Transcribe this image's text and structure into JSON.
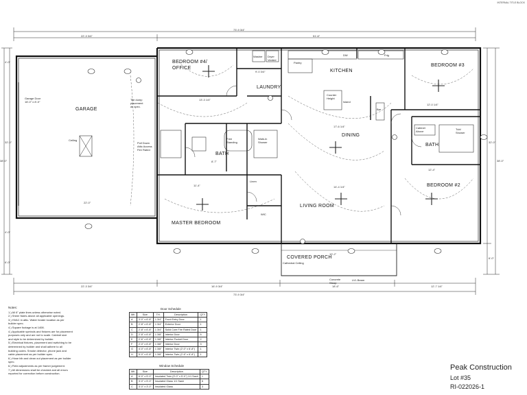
{
  "header_tag": "INTERNAL TITLE BLOCK",
  "rooms": {
    "bedroom4": "BEDROOM #4/",
    "office": "OFFICE",
    "garage": "GARAGE",
    "laundry": "LAUNDRY",
    "kitchen": "KITCHEN",
    "bedroom3": "BEDROOM #3",
    "dining": "DINING",
    "bath_center": "BATH",
    "bath_right": "BATH",
    "bedroom2": "BEDROOM #2",
    "living": "LIVING ROOM",
    "master": "MASTER BEDROOM",
    "porch": "COVERED PORCH"
  },
  "small_labels": {
    "garage_door": "Garage Door",
    "garage_door_size": "16'-0\" x 8'-0\"",
    "ceiling": "Ceiling",
    "tile_pump": "Tile dump",
    "tile_pump2": "placement",
    "tile_pump3": "as spec.",
    "pull_down": "Pull Down",
    "attic_access": "Attic Access",
    "fire_rated": "Fire Rated",
    "counter_height": "Counter",
    "counter_height2": "Height",
    "bar": "Bar",
    "island": "Island",
    "pantry": "Pantry",
    "dryer": "Dryer",
    "vented": "Vented",
    "washer": "Washer",
    "dw": "DW",
    "fridge": "Frig",
    "free_standing": "Free",
    "free_standing2": "Standing",
    "walk_in_shower": "Walk-In",
    "walk_in_shower2": "Shower",
    "linen": "Linen",
    "cabinet_above": "Cabinet",
    "cabinet_above2": "Above",
    "tub_shower": "Tub/",
    "tub_shower2": "Shower",
    "cathedral_ceiling": "Cathedral Ceiling",
    "concrete": "Concrete",
    "stoop": "Stoop",
    "line_beam": "LVL Beam",
    "wic": "WIC"
  },
  "dimensions": {
    "overall_top": "73'-9 3/4\"",
    "top_left": "22'-3 3/4\"",
    "top_right": "51'-6\"",
    "bottom_overall": "73'-9 3/4\"",
    "bottom_left": "22'-3 3/4\"",
    "bottom_mid": "16'-9 3/4\"",
    "bottom_mid2": "18'-6\"",
    "bottom_right": "12'-7 1/4\"",
    "left_total": "38'-0\"",
    "right_total": "32'-0\"",
    "right_total2": "38'-0\"",
    "garage_width": "22'-0\"",
    "left_top": "4'-0\"",
    "left_mid": "32'-0\"",
    "left_bot": "4'-0\"",
    "right_bot": "6'-0\"",
    "left_porch": "6'-0\"",
    "r1": "13'-3 1/4\"",
    "r2": "9'-0 3/4\"",
    "r3": "17'-6 1/4\"",
    "r4": "12'-0 1/4\"",
    "r5": "11'-4\"",
    "r6": "14'-4 1/4\"",
    "r7": "8'-7\"",
    "r8": "12'-4\"",
    "r9": "10'-2\""
  },
  "notes": {
    "title": "Notes:",
    "lines": [
      "1.)  All 6\" plate lines unless otherwise noted.",
      "2.)  Sheer flares above all applicable openings.",
      "3.)  HVAC in attic. Water heater location as per",
      "       builder spec.",
      "4.)  Square footage is at 1408.",
      "4.)  Applicable symbols and fixtures are for placement",
      "       purposes only and are not to scale. Cabinet size",
      "       and style to be determined by builder.",
      "5.)  Electrical fixtures, placement and switching to be",
      "       determined by builder and shall adhere to all",
      "       building codes. Smoke detector, phone jack and",
      "       cable placement as per builder spec.",
      "6.)  Hose bib and clean out placement as per builder",
      "       spec.",
      "6.)  Field adjustments as per framer judgement.",
      "7.)  All dimensions shall be checked and all errors",
      "       reported for correction before construction."
    ]
  },
  "door_schedule": {
    "title": "Door Schedule",
    "headers": [
      "MK",
      "Size",
      "TH.",
      "Description",
      "QTY"
    ],
    "rows": [
      [
        "A",
        "3'-0\" x 6'-8\"",
        "1 3/4\"",
        "Front Entry Door",
        "1"
      ],
      [
        "B",
        "2'-8\" x 6'-8\"",
        "1 3/4\"",
        "Exterior Door",
        "1"
      ],
      [
        "C",
        "2'-8\" x 6'-8\"",
        "1 3/4\"",
        "Solid Core Fire Rated Door",
        "1"
      ],
      [
        "D",
        "2'-8\" x 6'-8\"",
        "1 3/8\"",
        "Interior Door",
        "5"
      ],
      [
        "E",
        "2'-6\" x 6'-8\"",
        "1 3/8\"",
        "Interior Pocket Door",
        "2"
      ],
      [
        "F",
        "2'-0\" x 6'-8\"",
        "1 3/8\"",
        "Interior Door",
        "3"
      ],
      [
        "G",
        "4'-0\" x 6'-8\"",
        "1 3/8\"",
        "Interior Twin (2'-0\" x 6'-8\")",
        "1"
      ],
      [
        "H",
        "5'-0\" x 6'-8\"",
        "1 3/8\"",
        "Interior Twin (2'-6\" x 6'-8\")",
        "1"
      ]
    ]
  },
  "window_schedule": {
    "title": "Window Schedule",
    "headers": [
      "MK",
      "Size",
      "Description",
      "QTY"
    ],
    "rows": [
      [
        "A",
        "6'-0\" x 5'-0\"",
        "Insulated Twin (3'-0\" x 5'-0\") 1/1 Sash",
        "1"
      ],
      [
        "B",
        "3'-0\" x 5'-0\"",
        "Insulated Glass 1/1 Sash",
        "6"
      ],
      [
        "C",
        "3'-0\" x 3'-0\"",
        "Insulated Glass",
        "3"
      ]
    ]
  },
  "title_block": {
    "company": "Peak Construction",
    "lot": "Lot #35",
    "plan_no": "RI-022026-1"
  }
}
